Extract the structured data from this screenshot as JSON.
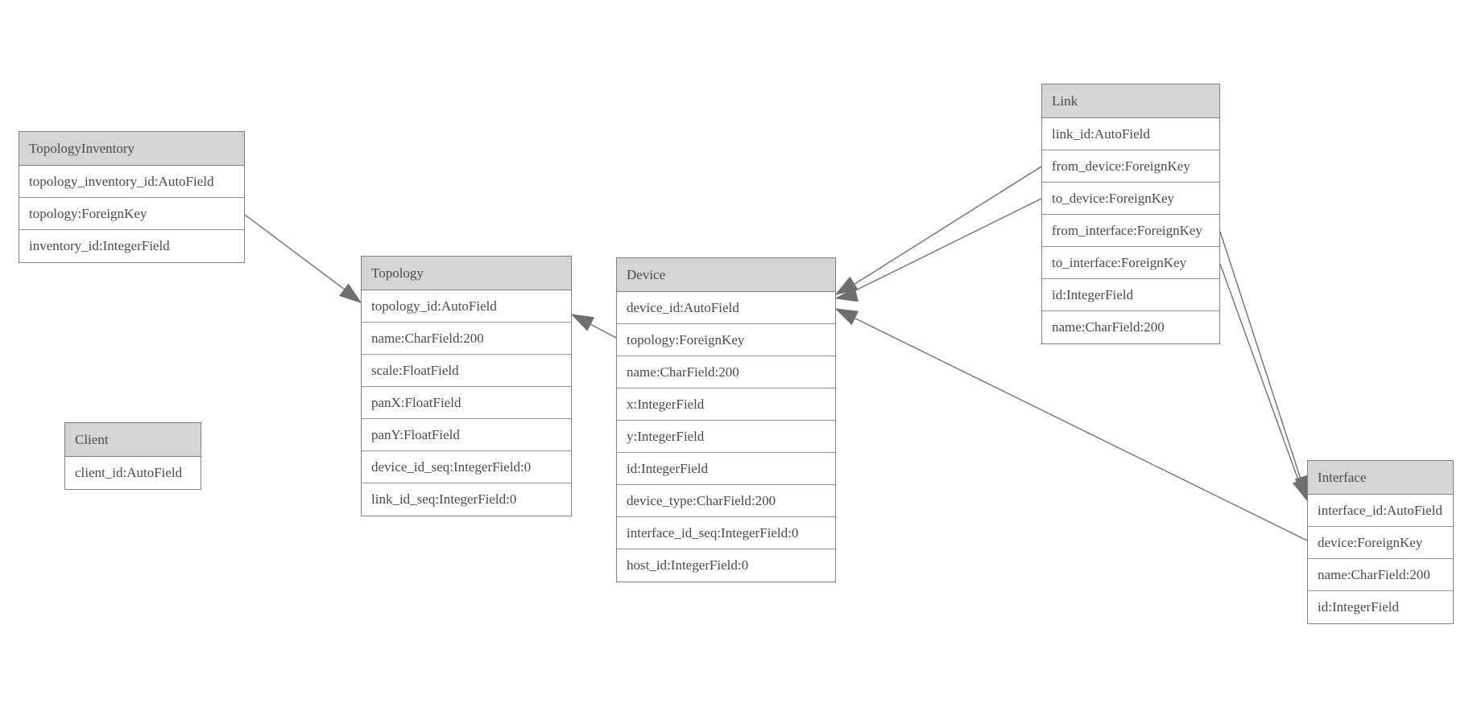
{
  "diagram": {
    "type": "entity-relationship-model",
    "colors": {
      "header_background": "#d5d5d5",
      "border": "#7f7f7f",
      "text": "#4a4a4a",
      "connector": "#707070",
      "canvas_background": "#ffffff"
    },
    "entities": {
      "topology_inventory": {
        "title": "TopologyInventory",
        "fields": [
          "topology_inventory_id:AutoField",
          "topology:ForeignKey",
          "inventory_id:IntegerField"
        ]
      },
      "topology": {
        "title": "Topology",
        "fields": [
          "topology_id:AutoField",
          "name:CharField:200",
          "scale:FloatField",
          "panX:FloatField",
          "panY:FloatField",
          "device_id_seq:IntegerField:0",
          "link_id_seq:IntegerField:0"
        ]
      },
      "client": {
        "title": "Client",
        "fields": [
          "client_id:AutoField"
        ]
      },
      "device": {
        "title": "Device",
        "fields": [
          "device_id:AutoField",
          "topology:ForeignKey",
          "name:CharField:200",
          "x:IntegerField",
          "y:IntegerField",
          "id:IntegerField",
          "device_type:CharField:200",
          "interface_id_seq:IntegerField:0",
          "host_id:IntegerField:0"
        ]
      },
      "link": {
        "title": "Link",
        "fields": [
          "link_id:AutoField",
          "from_device:ForeignKey",
          "to_device:ForeignKey",
          "from_interface:ForeignKey",
          "to_interface:ForeignKey",
          "id:IntegerField",
          "name:CharField:200"
        ]
      },
      "interface": {
        "title": "Interface",
        "fields": [
          "interface_id:AutoField",
          "device:ForeignKey",
          "name:CharField:200",
          "id:IntegerField"
        ]
      }
    },
    "relations": [
      {
        "from": "TopologyInventory.topology",
        "to": "Topology.topology_id"
      },
      {
        "from": "Device.topology",
        "to": "Topology.topology_id"
      },
      {
        "from": "Link.from_device",
        "to": "Device.device_id"
      },
      {
        "from": "Link.to_device",
        "to": "Device.device_id"
      },
      {
        "from": "Link.from_interface",
        "to": "Interface.interface_id"
      },
      {
        "from": "Link.to_interface",
        "to": "Interface.interface_id"
      },
      {
        "from": "Interface.device",
        "to": "Device.device_id"
      }
    ]
  }
}
